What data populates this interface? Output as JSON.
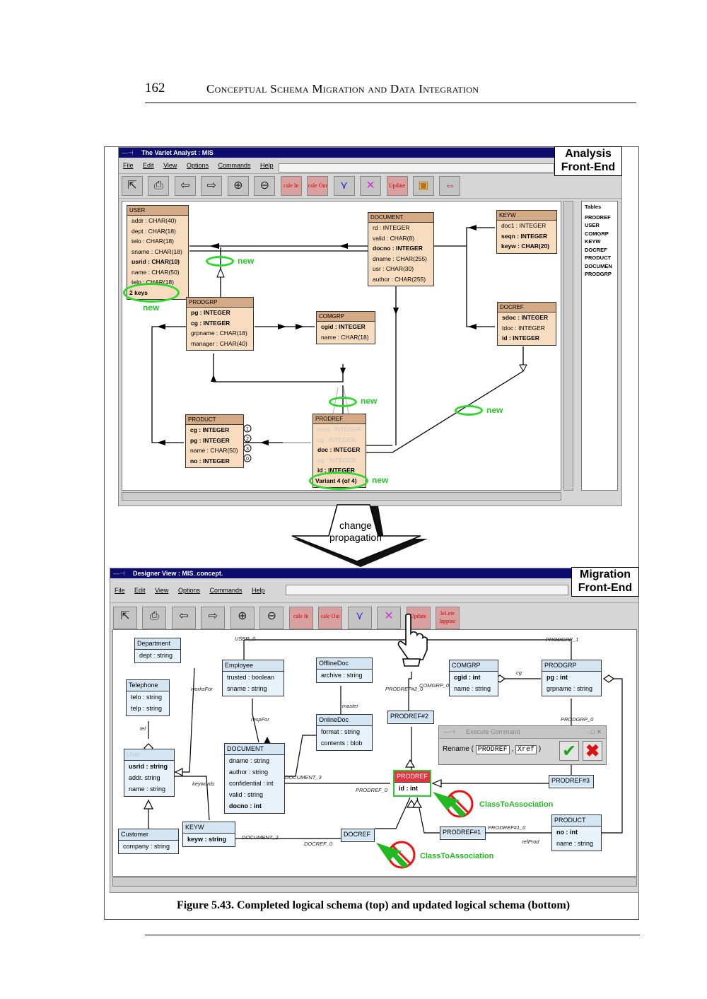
{
  "header": {
    "page_number": "162",
    "title": "Conceptual Schema Migration and Data Integration"
  },
  "caption": "Figure 5.43.  Completed logical schema (top) and updated logical schema (bottom)",
  "top_window": {
    "title": "The Varlet Analyst : MIS",
    "label": [
      "Analysis",
      "Front-End"
    ],
    "menu": [
      "File",
      "Edit",
      "View",
      "Options",
      "Commands",
      "Help"
    ],
    "toolbar": [
      "cale In",
      "cale Out",
      "Update"
    ],
    "tables_title": "Tables",
    "tables": [
      "PRODREF",
      "USER",
      "COMGRP",
      "KEYW",
      "DOCREF",
      "PRODUCT",
      "DOCUMEN",
      "PRODGRP"
    ],
    "entities": {
      "user": {
        "name": "USER",
        "fields": [
          "addr : CHAR(40)",
          "dept : CHAR(18)",
          "telo : CHAR(18)",
          "sname : CHAR(18)",
          "usrid : CHAR(10)",
          "name : CHAR(50)",
          "telp : CHAR(18)"
        ],
        "footer": "2 keys"
      },
      "document": {
        "name": "DOCUMENT",
        "fields": [
          "rd : INTEGER",
          "valid : CHAR(8)",
          "docno : INTEGER",
          "dname : CHAR(255)",
          "usr : CHAR(30)",
          "author : CHAR(255)"
        ]
      },
      "keyw": {
        "name": "KEYW",
        "fields": [
          "doc1 : INTEGER",
          "seqn : INTEGER",
          "keyw : CHAR(20)"
        ]
      },
      "prodgrp": {
        "name": "PRODGRP",
        "fields": [
          "pg : INTEGER",
          "cg : INTEGER",
          "grpname : CHAR(18)",
          "manager : CHAR(40)"
        ]
      },
      "comgrp": {
        "name": "COMGRP",
        "fields": [
          "cgid : INTEGER",
          "name : CHAR(18)"
        ]
      },
      "docref": {
        "name": "DOCREF",
        "fields": [
          "sdoc : INTEGER",
          "tdoc : INTEGER",
          "id : INTEGER"
        ]
      },
      "product": {
        "name": "PRODUCT",
        "fields": [
          "cg : INTEGER",
          "pg : INTEGER",
          "name : CHAR(50)",
          "no : INTEGER"
        ]
      },
      "prodref": {
        "name": "PRODREF",
        "fields": [
          "prod : INTEGER",
          "cg : INTEGER",
          "doc : INTEGER",
          "pg : INTEGER",
          "id : INTEGER"
        ],
        "footer": "Variant 4 (of 4)"
      }
    },
    "new_label": "new",
    "circle_numbers": [
      "1",
      "2",
      "3",
      "0"
    ]
  },
  "arrow_text": [
    "change",
    "propagation"
  ],
  "bottom_window": {
    "title": "Designer View : MIS_concept.",
    "label": [
      "Migration",
      "Front-End"
    ],
    "menu": [
      "File",
      "Edit",
      "View",
      "Options",
      "Commands",
      "Help"
    ],
    "toolbar": [
      "cale In",
      "cale Out",
      "Update",
      "leLete",
      "lappinc"
    ],
    "classes": {
      "department": {
        "name": "Department",
        "fields": [
          "dept : string"
        ]
      },
      "telephone": {
        "name": "Telephone",
        "fields": [
          "telo : string",
          "telp : string"
        ]
      },
      "employee": {
        "name": "Employee",
        "fields": [
          "trusted : boolean",
          "sname : string"
        ]
      },
      "offlinedoc": {
        "name": "OfflineDoc",
        "fields": [
          "archive : string"
        ]
      },
      "onlinedoc": {
        "name": "OnlineDoc",
        "fields": [
          "format : string",
          "contents : blob"
        ]
      },
      "comgrp": {
        "name": "COMGRP",
        "fields": [
          "cgid : int",
          "name : string"
        ]
      },
      "prodgrp": {
        "name": "PRODGRP",
        "fields": [
          "pg : int",
          "grpname : string"
        ]
      },
      "user": {
        "name": "User",
        "fields": [
          "usrid : string",
          "addr. string",
          "name : string"
        ]
      },
      "document": {
        "name": "DOCUMENT",
        "fields": [
          "dname : string",
          "author : string",
          "confidential : int",
          "valid : string",
          "docno : int"
        ]
      },
      "prodref2": {
        "name": "PRODREF#2",
        "fields": []
      },
      "prodref": {
        "name": "PRODREF",
        "fields": [
          "id : int"
        ]
      },
      "prodref3": {
        "name": "PRODREF#3",
        "fields": []
      },
      "customer": {
        "name": "Customer",
        "fields": [
          "company : string"
        ]
      },
      "keyw": {
        "name": "KEYW",
        "fields": [
          "keyw : string"
        ]
      },
      "docref": {
        "name": "DOCREF",
        "fields": []
      },
      "prodref1": {
        "name": "PRODREF#1",
        "fields": []
      },
      "product": {
        "name": "PRODUCT",
        "fields": [
          "no : int",
          "name : string"
        ]
      }
    },
    "edge_labels": {
      "user_0": "USER_0",
      "prodgrp_1": "PRODGRP_1",
      "worksfor": "worksFor",
      "respfor": "respFor",
      "master": "master",
      "prodref2_0": "PRODREF#2_0",
      "comgrp_0": "COMGRP_0",
      "cg": "cg",
      "prodgrp_0": "PRODGRP_0",
      "tel": "tel",
      "keywords": "keywords",
      "document_3": "DOCUMENT_3",
      "prodref_0": "PRODREF_0",
      "document_2": "DOCUMENT_2",
      "docref_0": "DOCREF_0",
      "prodref1_0": "PRODREF#1_0",
      "refprod": "refProd"
    },
    "dialog": {
      "title": "Execute Command",
      "prefix": "Rename (",
      "value": "PRODREF",
      "sep": ",",
      "value2": "Xref",
      "suffix": ")"
    },
    "assoc_label": "ClassToAssociation"
  }
}
